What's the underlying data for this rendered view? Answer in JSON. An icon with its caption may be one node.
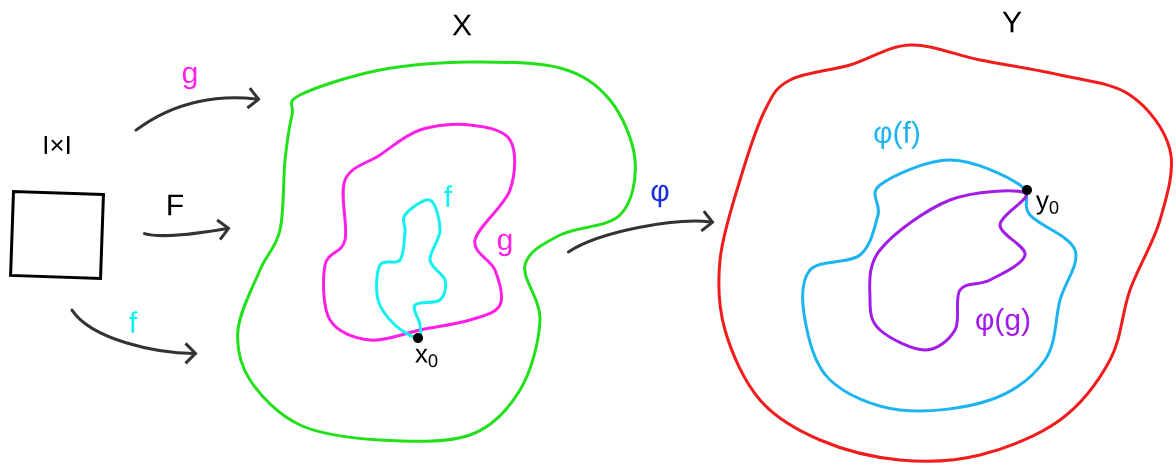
{
  "diagram": {
    "nodes": [
      {
        "text": [
          "I×I"
        ]
      },
      {
        "text": [
          "X"
        ]
      },
      {
        "text": [
          "g"
        ],
        "in": 1
      },
      {
        "text": [
          "f"
        ],
        "in": 2
      },
      {
        "text": [
          "Y"
        ]
      },
      {
        "text": [
          "φ(f)"
        ],
        "in": 4
      },
      {
        "text": [
          "φ(g)"
        ],
        "in": 5
      }
    ],
    "edges": [
      {
        "from": 0,
        "to": 1,
        "arrow": "to",
        "label": "g"
      },
      {
        "from": 0,
        "to": 1,
        "arrow": "to",
        "label": "F"
      },
      {
        "from": 0,
        "to": 1,
        "arrow": "to",
        "label": "f"
      },
      {
        "from": 1,
        "to": 4,
        "arrow": "to",
        "label": "φ"
      }
    ],
    "labels": [
      "x$_{0}$",
      "y$_{0}$"
    ]
  }
}
